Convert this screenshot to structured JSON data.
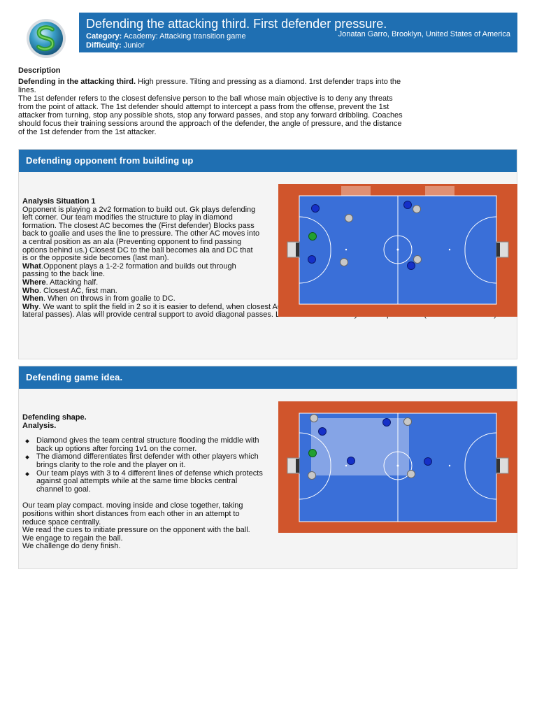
{
  "header": {
    "title": "Defending the attacking third. First defender pressure.",
    "category_label": "Category:",
    "category_value": "Academy: Attacking transition game",
    "difficulty_label": "Difficulty:",
    "difficulty_value": "Junior",
    "author": "Jonatan Garro, Brooklyn, United States of America"
  },
  "description": {
    "heading": "Description",
    "lead_bold": "Defending in the attacking third.",
    "lead_rest": " High pressure. Tilting and pressing as a diamond. 1rst defender traps into the lines.",
    "body": "The 1st defender refers to the closest defensive person to the ball whose main objective is to deny any threats from the point of attack. The 1st defender should attempt to intercept a pass from the offense, prevent the 1st attacker from turning, stop any possible shots, stop any forward passes, and stop any forward dribbling. Coaches should focus their training sessions around the approach of the defender, the angle of pressure, and the distance of the 1st defender from the 1st attacker."
  },
  "section1": {
    "title": "Defending opponent from building up",
    "heading": "Analysis Situation 1",
    "para1": "Opponent is playing a 2v2 formation to build out. Gk plays defending left corner. Our team modifies the structure to play in diamond formation. The closest AC becomes the (First defender) Blocks pass back to goalie and uses the line to pressure. The other AC moves into a central position as an ala (Preventing opponent to find passing options behind us.) Closest DC to the ball becomes ala and DC that is or the opposite side becomes (last man).",
    "what_label": "What",
    "what_text": ".Opponent plays a 1-2-2 formation and builds out through passing to the back line.",
    "where_label": "Where",
    "where_text": ". Attacking half.",
    "who_label": "Who",
    "who_text": ". Closest AC, first man.",
    "when_label": "When",
    "when_text": ". When on throws in from goalie to DC.",
    "why_label": "Why",
    "why_text": ". We want to split the field in 2 so it is easier to defend, when closest AC press they must make sure of bending (Curve their run to block lateral passes). Alas will provide central support to avoid diagonal passes. Last man must be ready to sweep balls out (balance to the team)."
  },
  "section2": {
    "title": "Defending game idea.",
    "heading1": "Defending shape.",
    "heading2": "Analysis.",
    "bullets": [
      "Diamond gives the team central structure flooding the middle with back up options after forcing 1v1 on the corner.",
      "The diamond differentiates first defender with other players which brings clarity to the role and the player on it.",
      "Our team plays with 3 to 4 different lines of defense which protects against goal attempts while at the same time blocks central channel to goal."
    ],
    "para1": "Our team play compact. moving inside and close together, taking positions within short distances from each other in an attempt to reduce space centrally.",
    "para2": "We read the cues to initiate pressure on the opponent with the ball.",
    "para3": "We engage to regain the ball.",
    "para4": "We challenge do deny finish."
  },
  "colors": {
    "header_blue": "#1f6fb2",
    "court_orange": "#d0552c",
    "court_blue": "#3a6fd8",
    "player_blue": "#1530c8",
    "player_grey": "#c8c8c8",
    "goalkeeper_green": "#22a030"
  }
}
